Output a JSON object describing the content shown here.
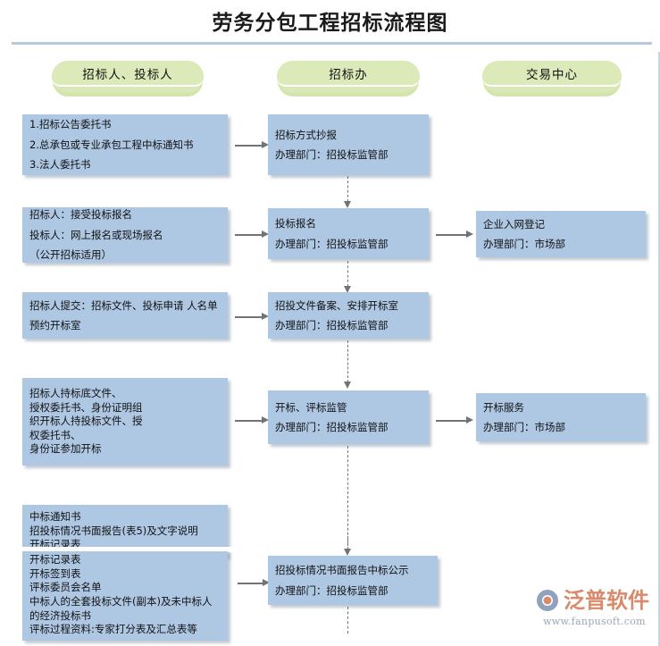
{
  "title": "劳务分包工程招标流程图",
  "colors": {
    "box_fill": "#aec7e3",
    "lane_fill": "#d9e8b6",
    "connector": "#6f7479",
    "rule": "#b7c7de",
    "watermark_text": "#d98a6a"
  },
  "lanes": [
    {
      "id": "lane-bidder",
      "label": "招标人、投标人"
    },
    {
      "id": "lane-bid-office",
      "label": "招标办"
    },
    {
      "id": "lane-trade-center",
      "label": "交易中心"
    }
  ],
  "nodes": {
    "left_1": {
      "lines": [
        "1.招标公告委托书",
        "2.总承包或专业承包工程中标通知书",
        "3.法人委托书"
      ]
    },
    "mid_1": {
      "lines": [
        "招标方式抄报",
        "办理部门：招投标监管部"
      ]
    },
    "left_2": {
      "lines": [
        "招标人：接受投标报名",
        "投标人：网上报名或现场报名",
        "（公开招标适用）"
      ]
    },
    "mid_2": {
      "lines": [
        "投标报名",
        "办理部门：招投标监管部"
      ]
    },
    "right_2": {
      "lines": [
        "企业入网登记",
        "办理部门：市场部"
      ]
    },
    "left_3": {
      "lines": [
        "招标人提交：招标文件、投标申请 人名单",
        "预约开标室"
      ]
    },
    "mid_3": {
      "lines": [
        "招投文件备案、安排开标室",
        "办理部门：招投标监管部"
      ]
    },
    "left_4": {
      "lines": [
        "招标人持标底文件、",
        "授权委托书、身份证明组",
        "织开标人持投标文件、授",
        "权委托书、",
        "身份证参加开标"
      ]
    },
    "mid_4": {
      "lines": [
        "开标、评标监管",
        "办理部门：招投标监管部"
      ]
    },
    "right_4": {
      "lines": [
        "开标服务",
        "办理部门：市场部"
      ]
    },
    "left_5_top": {
      "lines": [
        "中标通知书",
        "招投标情况书面报告(表5)及文字说明",
        "开标记录表"
      ]
    },
    "left_5_bottom": {
      "lines": [
        "开标记录表",
        "开标签到表",
        "评标委员会名单",
        "中标人的全套投标文件(副本)及未中标人",
        "的经济投标书",
        "评标过程资料:专家打分表及汇总表等"
      ]
    },
    "mid_5": {
      "lines": [
        "招投标情况书面报告中标公示",
        "办理部门：招投标监管部"
      ]
    }
  },
  "watermark": {
    "brand": "泛普软件",
    "url": "www.fanpusoft.com"
  }
}
